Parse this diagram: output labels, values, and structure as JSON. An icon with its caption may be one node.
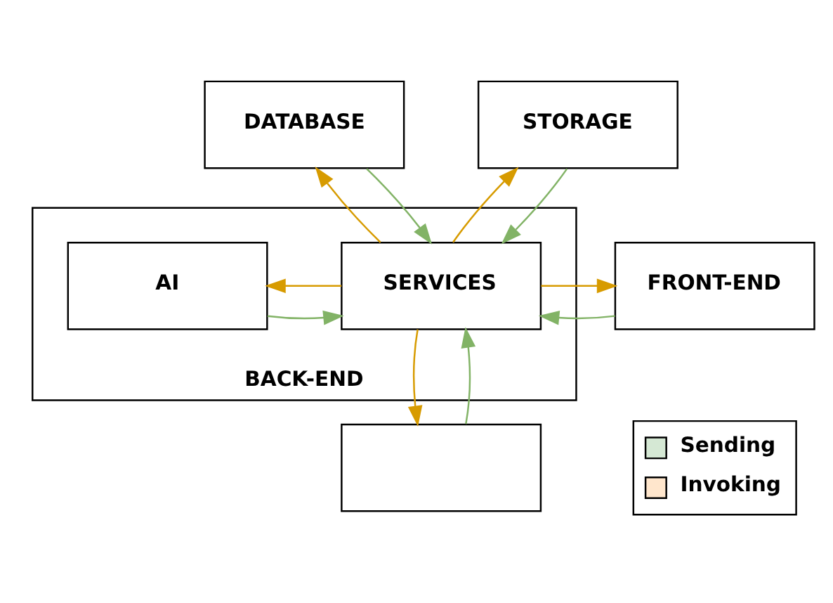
{
  "diagram": {
    "nodes": [
      {
        "text": [
          "DATABASE"
        ]
      },
      {
        "text": [
          "STORAGE"
        ]
      },
      {
        "text": [
          "BACK-END"
        ]
      },
      {
        "text": [
          "FRONT-END"
        ]
      },
      {
        "text": [
          "SERVICES"
        ],
        "in": 2
      },
      {
        "text": [
          "AI"
        ],
        "in": 2
      },
      {
        "text": [],
        "shape": "box"
      }
    ],
    "edges": [
      {
        "from": 0,
        "to": 4,
        "arrow": "to",
        "color": "#82b366"
      },
      {
        "from": 4,
        "to": 0,
        "arrow": "to",
        "color": "#d79b00"
      },
      {
        "from": 1,
        "to": 4,
        "arrow": "to",
        "color": "#82b366"
      },
      {
        "from": 4,
        "to": 1,
        "arrow": "to",
        "color": "#d79b00"
      },
      {
        "from": 3,
        "to": 4,
        "arrow": "to",
        "color": "#82b366"
      },
      {
        "from": 4,
        "to": 3,
        "arrow": "to",
        "color": "#d79b00"
      },
      {
        "from": 5,
        "to": 4,
        "arrow": "to",
        "color": "#82b366"
      },
      {
        "from": 4,
        "to": 5,
        "arrow": "to",
        "color": "#d79b00"
      },
      {
        "from": 6,
        "to": 4,
        "arrow": "to",
        "color": "#82b366"
      },
      {
        "from": 4,
        "to": 6,
        "arrow": "to",
        "color": "#d79b00"
      }
    ],
    "legend": [
      {
        "text": "Sending",
        "color": "#d5e8d4"
      },
      {
        "text": "Invoking",
        "color": "#ffe6cc"
      }
    ]
  }
}
